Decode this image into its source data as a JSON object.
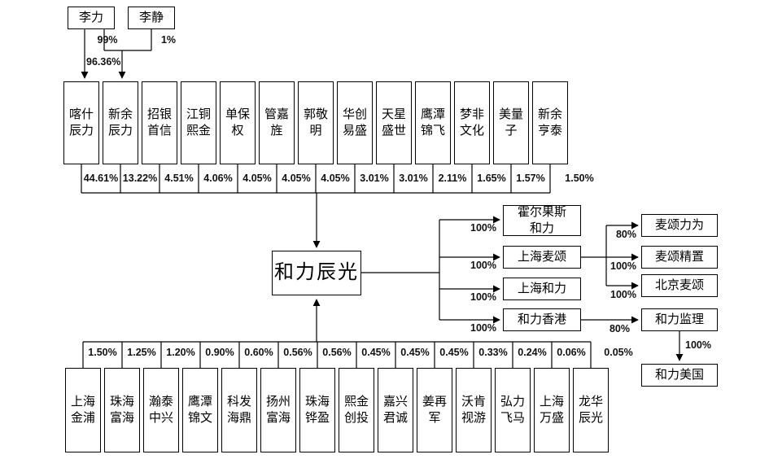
{
  "founders": {
    "items": [
      {
        "name": "李力"
      },
      {
        "name": "李静"
      }
    ],
    "links": {
      "li_li_direct_pct": "96.36%",
      "li_li_merge_pct": "99%",
      "li_jing_merge_pct": "1%"
    }
  },
  "company": {
    "name": "和力辰光"
  },
  "top_row": {
    "items": [
      {
        "name": "喀什辰力",
        "pct": "44.61%"
      },
      {
        "name": "新余辰力",
        "pct": "13.22%"
      },
      {
        "name": "招银首信",
        "pct": "4.51%"
      },
      {
        "name": "江铜熙金",
        "pct": "4.06%"
      },
      {
        "name": "单保权",
        "pct": "4.05%"
      },
      {
        "name": "管嘉旌",
        "pct": "4.05%"
      },
      {
        "name": "郭敬明",
        "pct": "4.05%"
      },
      {
        "name": "华创易盛",
        "pct": "3.01%"
      },
      {
        "name": "天星盛世",
        "pct": "3.01%"
      },
      {
        "name": "鹰潭锦飞",
        "pct": "2.11%"
      },
      {
        "name": "梦非文化",
        "pct": "1.65%"
      },
      {
        "name": "美量子",
        "pct": "1.57%"
      },
      {
        "name": "新余亨泰",
        "pct": "1.50%"
      }
    ]
  },
  "bottom_row": {
    "items": [
      {
        "name": "上海金浦",
        "pct": "1.50%"
      },
      {
        "name": "珠海富海",
        "pct": "1.25%"
      },
      {
        "name": "瀚泰中兴",
        "pct": "1.20%"
      },
      {
        "name": "鹰潭锦文",
        "pct": "0.90%"
      },
      {
        "name": "科发海鼎",
        "pct": "0.60%"
      },
      {
        "name": "扬州富海",
        "pct": "0.56%"
      },
      {
        "name": "珠海铧盈",
        "pct": "0.56%"
      },
      {
        "name": "熙金创投",
        "pct": "0.45%"
      },
      {
        "name": "嘉兴君诚",
        "pct": "0.45%"
      },
      {
        "name": "姜再军",
        "pct": "0.45%"
      },
      {
        "name": "沃肯视游",
        "pct": "0.33%"
      },
      {
        "name": "弘力飞马",
        "pct": "0.24%"
      },
      {
        "name": "上海万盛",
        "pct": "0.06%"
      },
      {
        "name": "龙华辰光",
        "pct": "0.05%"
      }
    ]
  },
  "right": {
    "tier1": [
      {
        "name": "霍尔果斯\n和力",
        "pct": "100%"
      },
      {
        "name": "上海麦颂",
        "pct": "100%"
      },
      {
        "name": "上海和力",
        "pct": "100%"
      },
      {
        "name": "和力香港",
        "pct": "100%"
      }
    ],
    "maisong_children": [
      {
        "name": "麦颂力为",
        "pct": "80%"
      },
      {
        "name": "麦颂精置",
        "pct": "100%"
      },
      {
        "name": "北京麦颂",
        "pct": "100%"
      }
    ],
    "hk_children": [
      {
        "name": "和力监理",
        "pct": "80%"
      }
    ],
    "jianli_children": [
      {
        "name": "和力美国",
        "pct": "100%"
      }
    ]
  }
}
